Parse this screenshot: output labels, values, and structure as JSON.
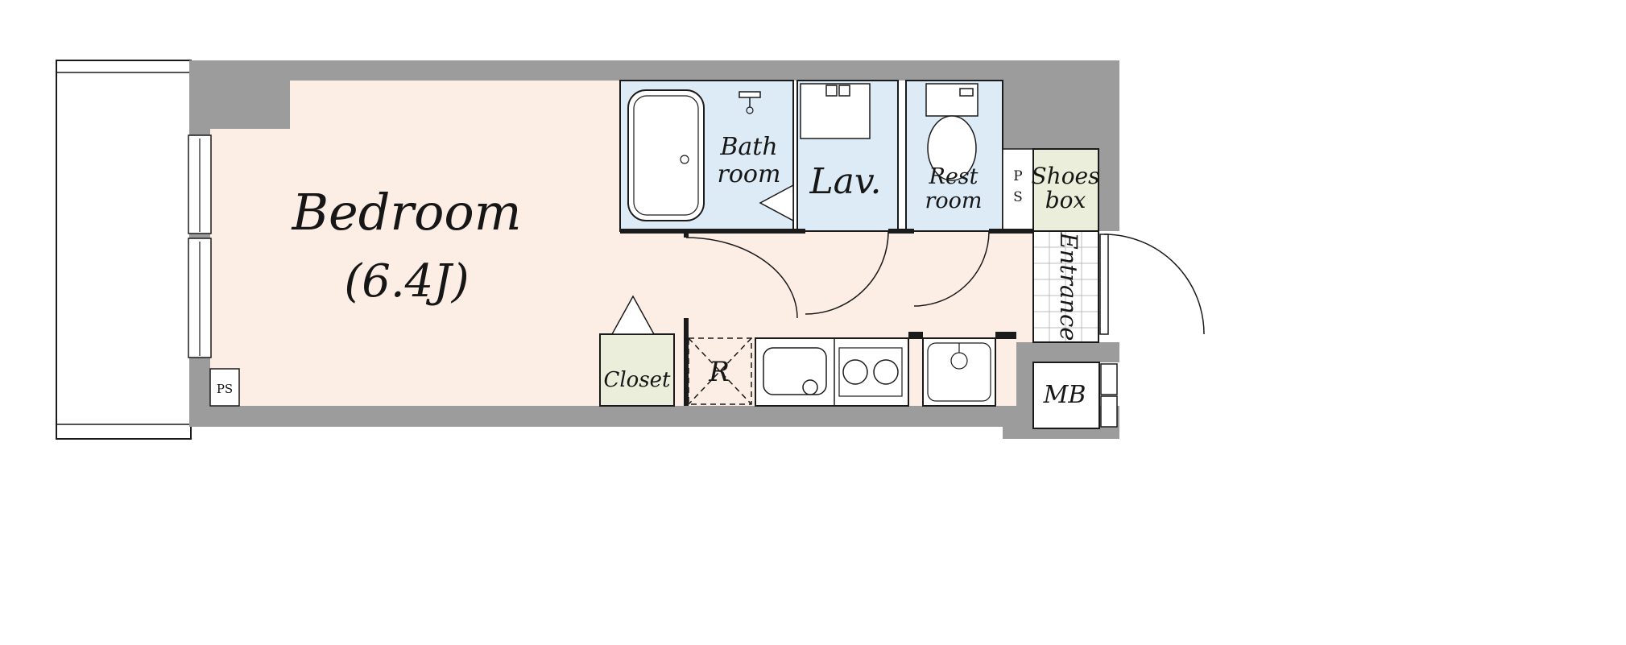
{
  "colors": {
    "wall": "#9c9c9c",
    "floor": "#fceee4",
    "wet_area": "#dcebf5",
    "storage": "#eaeeda",
    "tile_line": "#bcbcbc",
    "line": "#1a1a1a"
  },
  "rooms": {
    "bedroom": {
      "name": "Bedroom",
      "size": "(6.4J)"
    },
    "bathroom": {
      "line1": "Bath",
      "line2": "room"
    },
    "lavatory": {
      "label": "Lav."
    },
    "restroom": {
      "line1": "Rest",
      "line2": "room"
    },
    "pipe_space": {
      "letter_p": "P",
      "letter_s": "S"
    },
    "shoes_box": {
      "line1": "Shoes",
      "line2": "box"
    },
    "entrance": {
      "label": "Entrance"
    },
    "closet": {
      "label": "Closet"
    },
    "refrigerator_space": {
      "label": "R"
    },
    "meter_box": {
      "label": "MB"
    },
    "bedroom_pipe_space": {
      "label": "PS"
    }
  }
}
